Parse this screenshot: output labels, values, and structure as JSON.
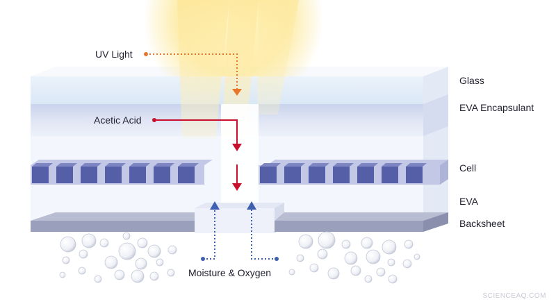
{
  "layers": {
    "glass": "Glass",
    "eva_encapsulant": "EVA Encapsulant",
    "cell": "Cell",
    "eva": "EVA",
    "backsheet": "Backsheet"
  },
  "callouts": {
    "uv_light": "UV Light",
    "acetic_acid": "Acetic Acid",
    "moisture_oxygen": "Moisture & Oxygen"
  },
  "watermark": "SCIENCEAQ.COM",
  "colors": {
    "uv_arrow": "#e8762b",
    "acid_arrow": "#c8102e",
    "moisture_arrow": "#3f5fb0",
    "cell_block": "#545fa8",
    "backsheet": "#9a9fbc",
    "sun": "#fbe89a"
  }
}
